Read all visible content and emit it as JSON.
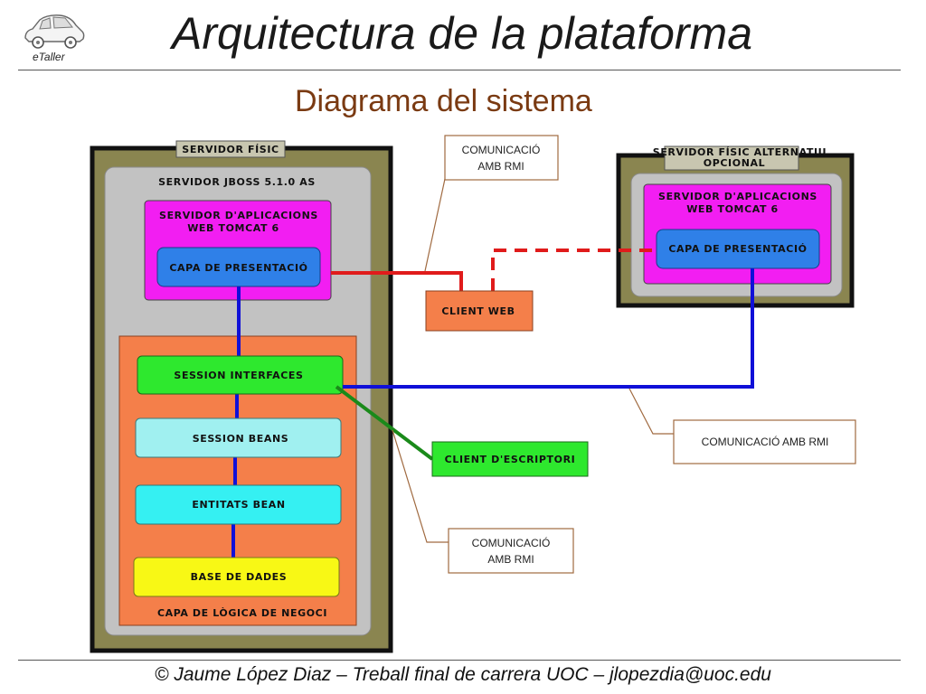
{
  "header": {
    "logo_text": "eTaller",
    "title": "Arquitectura de la plataforma"
  },
  "subtitle": "Diagrama del sistema",
  "diagram": {
    "main_server": {
      "label": "SERVIDOR FÍSIC",
      "jboss_label": "SERVIDOR JBOSS 5.1.0 AS",
      "tomcat_line1": "SERVIDOR D'APLICACIONS",
      "tomcat_line2": "WEB TOMCAT 6",
      "presentation": "CAPA DE PRESENTACIÓ",
      "session_interfaces": "SESSION INTERFACES",
      "session_beans": "SESSION BEANS",
      "entity_beans": "ENTITATS BEAN",
      "database": "BASE DE DADES",
      "business_layer": "CAPA DE LÒGICA DE NEGOCI"
    },
    "alt_server": {
      "label_line1": "SERVIDOR FÍSIC ALTERNATIU",
      "label_line2": "OPCIONAL",
      "tomcat_line1": "SERVIDOR D'APLICACIONS",
      "tomcat_line2": "WEB TOMCAT 6",
      "presentation": "CAPA DE PRESENTACIÓ"
    },
    "client_web": "CLIENT WEB",
    "client_desktop": "CLIENT D'ESCRIPTORI",
    "callout_top_line1": "COMUNICACIÓ",
    "callout_top_line2": "AMB RMI",
    "callout_right": "COMUNICACIÓ AMB RMI",
    "callout_bottom_line1": "COMUNICACIÓ",
    "callout_bottom_line2": "AMB RMI"
  },
  "colors": {
    "server_frame": "#8a8550",
    "jboss_gray": "#c2c2c2",
    "tomcat_magenta": "#f21ef2",
    "presentation_blue": "#2f80e8",
    "business_orange": "#f47f4a",
    "green": "#2ee82e",
    "light_cyan": "#a0f0f0",
    "cyan": "#35f0f2",
    "yellow": "#f8f815",
    "link_red": "#e01b1b",
    "link_blue": "#1010d8",
    "link_green": "#1a8a1a"
  },
  "footer": "© Jaume López Diaz – Treball final de carrera UOC – jlopezdia@uoc.edu"
}
